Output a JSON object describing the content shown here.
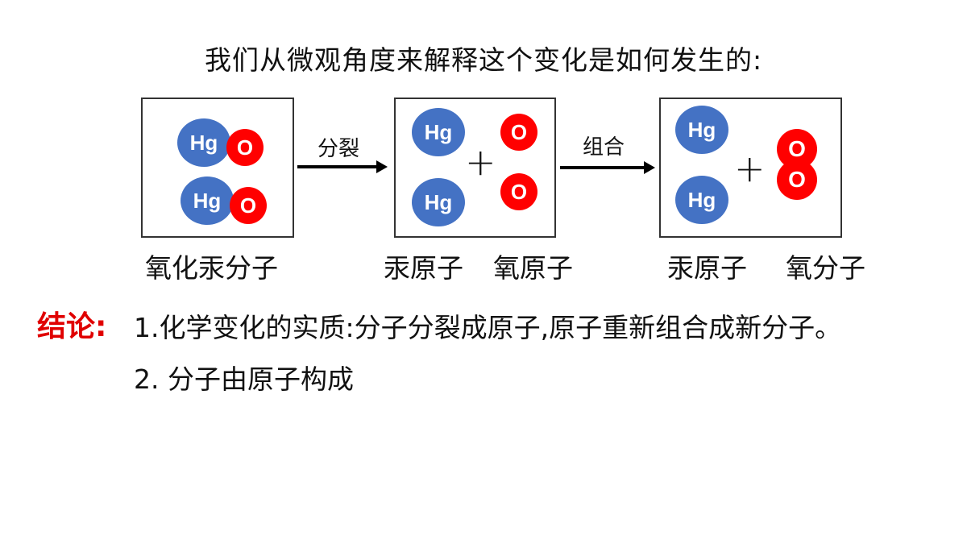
{
  "title": "我们从微观角度来解释这个变化是如何发生的:",
  "atoms": {
    "hg": "Hg",
    "o": "O"
  },
  "plus": "+",
  "arrows": {
    "split": "分裂",
    "combine": "组合"
  },
  "labels": {
    "mercury_oxide_molecule": "氧化汞分子",
    "mercury_atom_1": "汞原子",
    "oxygen_atom": "氧原子",
    "mercury_atom_2": "汞原子",
    "oxygen_molecule": "氧分子"
  },
  "conclusion": {
    "heading": "结论:",
    "point1": "1.化学变化的实质:分子分裂成原子,原子重新组合成新分子。",
    "point2": "2. 分子由原子构成"
  },
  "colors": {
    "mercury": "#4472c4",
    "oxygen": "#ff0000",
    "conclusion_heading": "#e00000"
  }
}
